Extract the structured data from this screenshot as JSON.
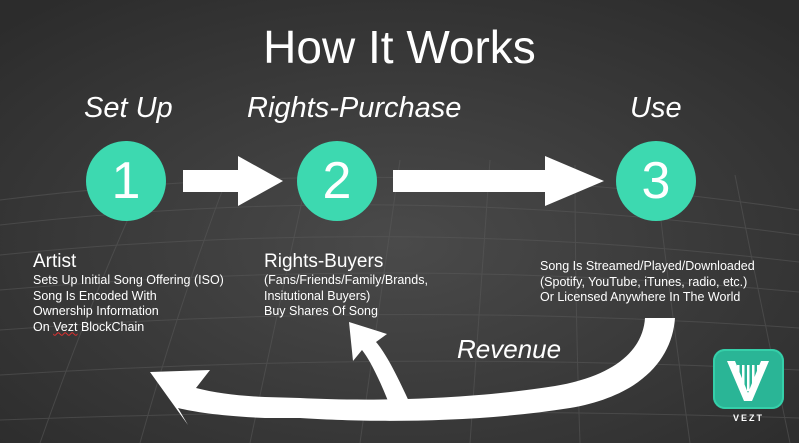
{
  "title": "How It Works",
  "stages": [
    {
      "label": "Set Up",
      "number": "1"
    },
    {
      "label": "Rights-Purchase",
      "number": "2"
    },
    {
      "label": "Use",
      "number": "3"
    }
  ],
  "artist": {
    "heading": "Artist",
    "lines": [
      "Sets Up Initial Song Offering (ISO)",
      "Song Is Encoded With",
      "Ownership Information"
    ],
    "last_prefix": "On ",
    "last_squiggle": "Vezt",
    "last_suffix": " BlockChain"
  },
  "buyers": {
    "heading": "Rights-Buyers",
    "lines": [
      "(Fans/Friends/Family/Brands,",
      "Insitutional Buyers)",
      "Buy Shares Of Song"
    ]
  },
  "use": {
    "lines": [
      "Song Is Streamed/Played/Downloaded",
      "(Spotify, YouTube, iTunes, radio, etc.)",
      "Or Licensed Anywhere In The World"
    ]
  },
  "revenue_label": "Revenue",
  "brand": "VEZT",
  "colors": {
    "accent": "#3dd9b0",
    "background": "#3a3a3a"
  }
}
